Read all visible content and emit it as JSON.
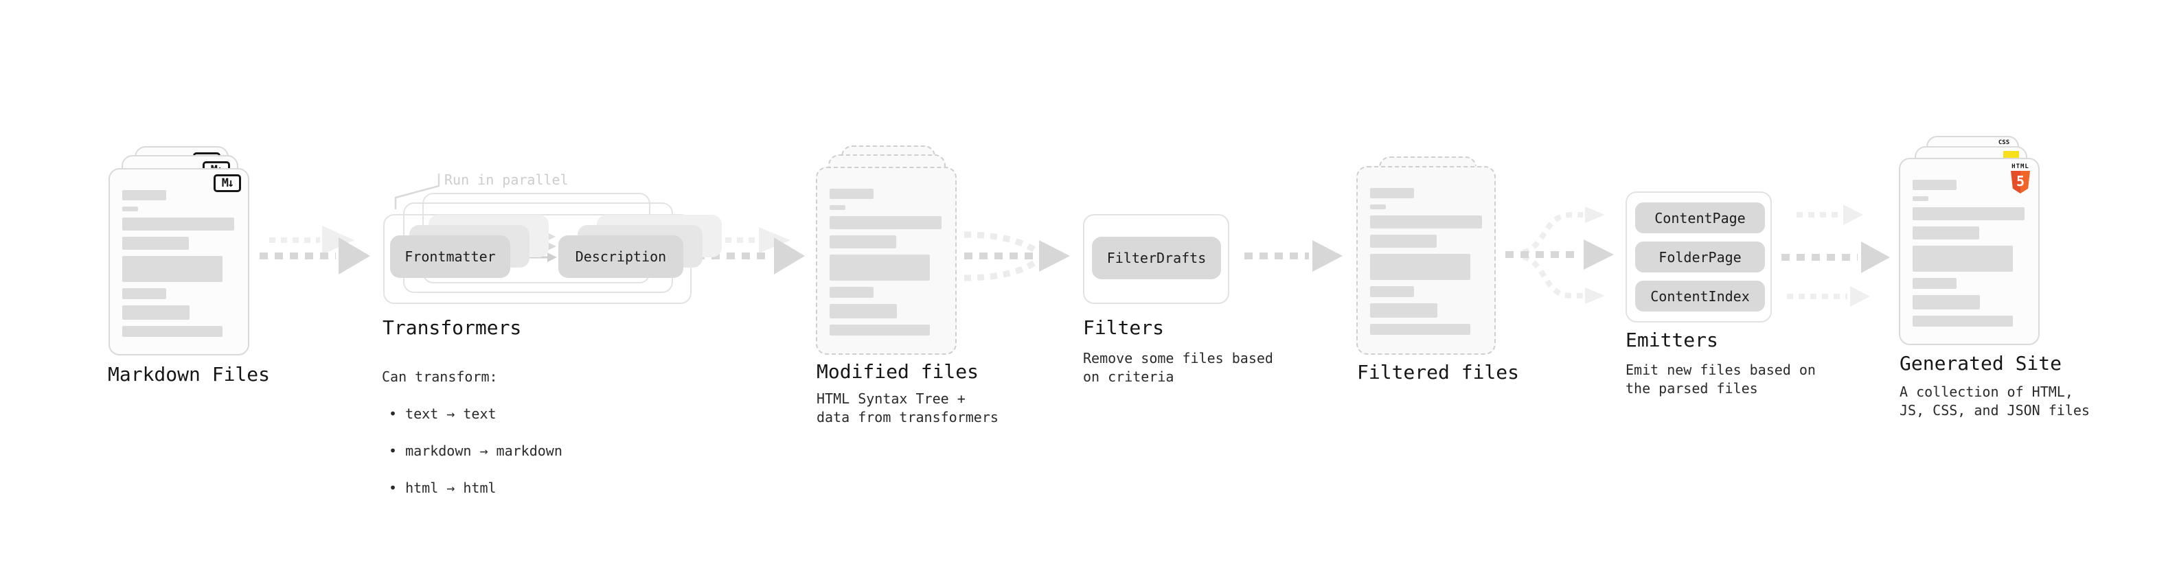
{
  "stages": {
    "markdown": {
      "label": "Markdown Files",
      "badge": "M↓"
    },
    "transformers": {
      "label": "Transformers",
      "note": "Run in parallel",
      "source_pill": "Frontmatter",
      "target_pill": "Description",
      "desc_heading": "Can transform:",
      "bullets": [
        "• text → text",
        "• markdown → markdown",
        "• html → html"
      ]
    },
    "modified": {
      "label": "Modified files",
      "desc": "HTML Syntax Tree +\ndata from transformers"
    },
    "filters": {
      "label": "Filters",
      "pill": "FilterDrafts",
      "desc": "Remove some files based\non criteria"
    },
    "filtered": {
      "label": "Filtered files"
    },
    "emitters": {
      "label": "Emitters",
      "pills": [
        "ContentPage",
        "FolderPage",
        "ContentIndex"
      ],
      "desc": "Emit new files based on\nthe parsed files"
    },
    "generated": {
      "label": "Generated Site",
      "desc": "A collection of HTML,\nJS, CSS, and JSON files",
      "css_badge": "CSS",
      "html_badge_word": "HTML",
      "html_badge_number": "5"
    }
  },
  "colors": {
    "html5_orange": "#e44d26",
    "html5_orange_light": "#f16529",
    "js_yellow": "#f7df1e",
    "css_blue": "#2b63e8",
    "arrow_gray": "#d7d7d7",
    "arrow_light": "#eeeeee",
    "pill_gray": "#d9d9d9",
    "note_gray": "#cdcdcd"
  }
}
